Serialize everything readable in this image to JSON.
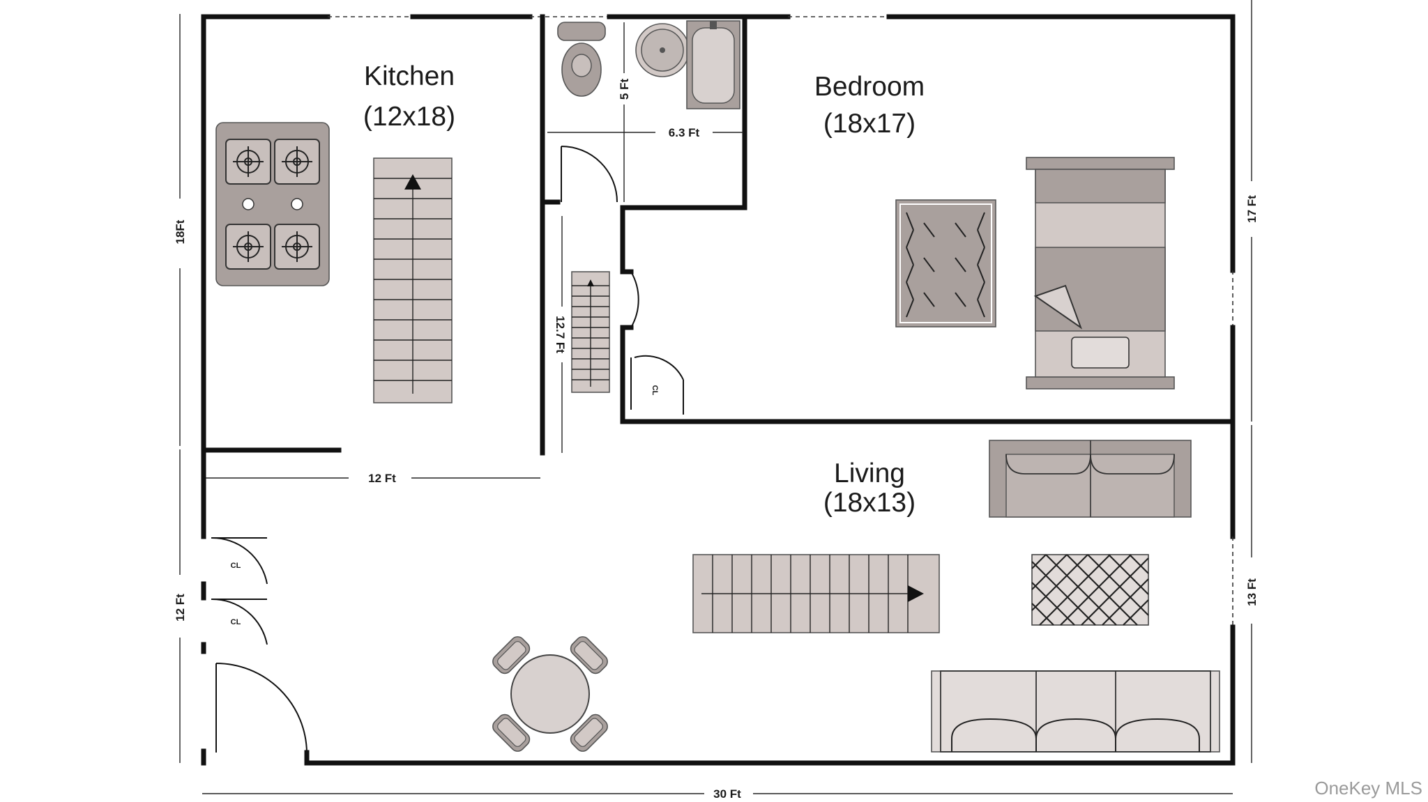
{
  "rooms": {
    "kitchen": {
      "name": "Kitchen",
      "size": "(12x18)"
    },
    "bedroom": {
      "name": "Bedroom",
      "size": "(18x17)"
    },
    "living": {
      "name": "Living",
      "size": "(18x13)"
    }
  },
  "dimensions": {
    "left_top": "18Ft",
    "left_bottom": "12 Ft",
    "bottom": "30 Ft",
    "right_top": "17 Ft",
    "right_bottom": "13 Ft",
    "kitchen_width": "12 Ft",
    "hall_length": "12.7 Ft",
    "bath_height": "5 Ft",
    "bath_width": "6.3 Ft"
  },
  "closets": {
    "label_1": "CL",
    "label_2": "CL",
    "label_3": "CL"
  },
  "watermark": "OneKey MLS",
  "colors": {
    "wall": "#111111",
    "furniture": "#d2c9c6",
    "furniture_dark": "#a9a09d"
  }
}
